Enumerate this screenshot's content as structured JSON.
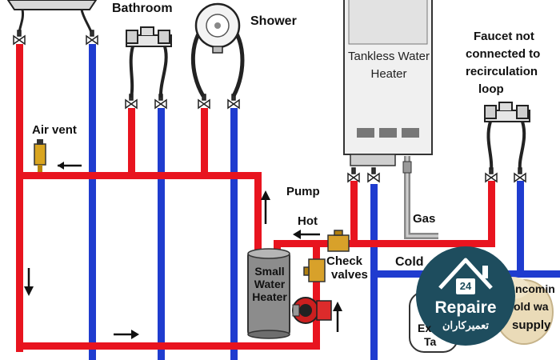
{
  "labels": {
    "bathroom": "Bathroom",
    "shower": "Shower",
    "air_vent": "Air vent",
    "pump": "Pump",
    "hot": "Hot",
    "cold": "Cold",
    "gas": "Gas",
    "check_valves_1": "Check",
    "check_valves_2": "valves",
    "faucet_1": "Faucet not",
    "faucet_2": "connected to",
    "faucet_3": "recirculation",
    "faucet_4": "loop"
  },
  "tankless": {
    "line1": "Tankless Water",
    "line2": "Heater"
  },
  "small_heater": {
    "line1": "Small",
    "line2": "Water",
    "line3": "Heater"
  },
  "partial": {
    "expansion_1": "Ex",
    "expansion_2": "Ta",
    "incoming_1": "ncomin",
    "incoming_2": "old wa",
    "incoming_3": "supply"
  },
  "badge": {
    "number": "24",
    "brand": "Repaire",
    "subtitle": "تعمیرکاران"
  },
  "colors": {
    "hot": "#e8141f",
    "cold": "#1f3ccf",
    "badge_bg": "#1e4d5e"
  }
}
